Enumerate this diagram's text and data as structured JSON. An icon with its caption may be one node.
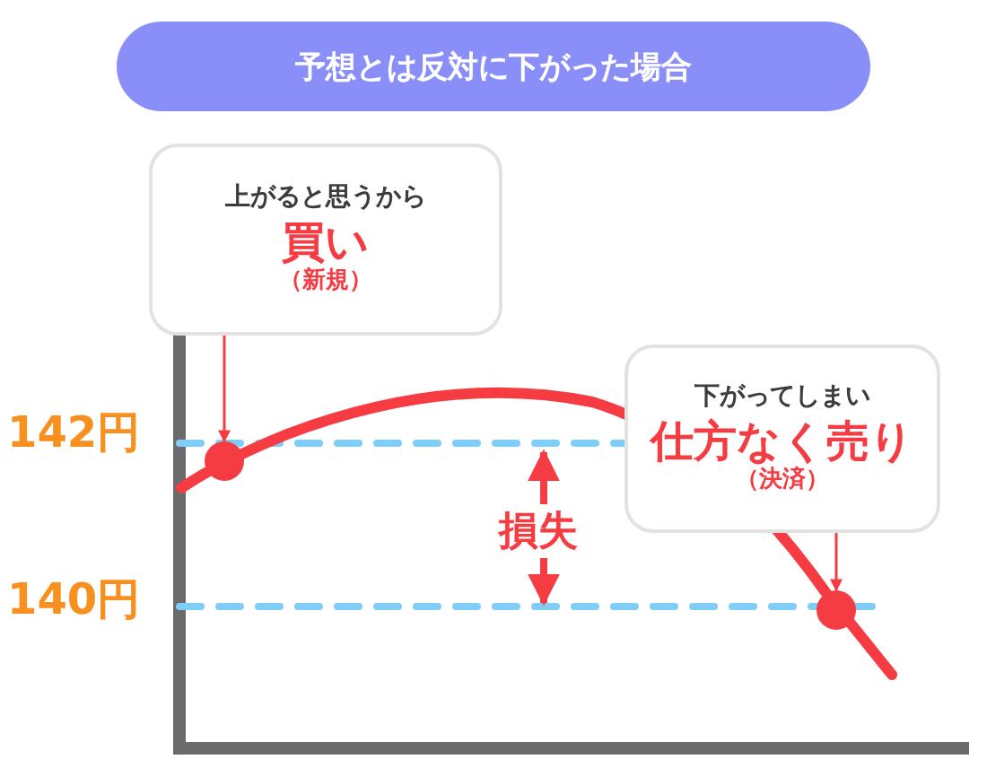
{
  "diagram": {
    "title": "予想とは反対に下がった場合",
    "nodes": [
      {
        "text": [
          "上がると思うから",
          "買い",
          "（新規）"
        ]
      },
      {
        "text": [
          "下がってしまい",
          "仕方なく売り",
          "（決済）"
        ]
      },
      {
        "text": [],
        "shape": "circle"
      },
      {
        "text": [],
        "shape": "circle"
      }
    ],
    "edges": [
      {
        "from": 0,
        "to": 2,
        "arrow": "to"
      },
      {
        "from": 1,
        "to": 3,
        "arrow": "to"
      }
    ],
    "labels": [
      "142円",
      "140円",
      "損失"
    ]
  }
}
